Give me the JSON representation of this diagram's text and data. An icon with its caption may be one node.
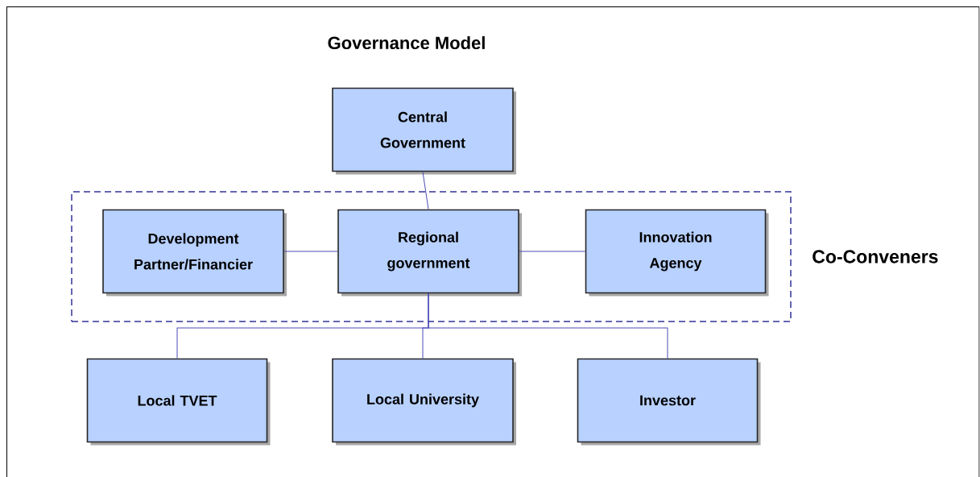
{
  "diagram": {
    "title": "Governance Model",
    "nodes": [
      {
        "text": [
          "Central Government"
        ]
      },
      {
        "text": [
          "Co-Conveners"
        ]
      },
      {
        "text": [
          "Development Partner/Financier"
        ],
        "in": 1
      },
      {
        "text": [
          "Regional government"
        ],
        "in": 1
      },
      {
        "text": [
          "Innovation Agency"
        ],
        "in": 1
      },
      {
        "text": [
          "Local TVET"
        ]
      },
      {
        "text": [
          "Local University"
        ]
      },
      {
        "text": [
          "Investor"
        ]
      }
    ],
    "edges": [
      {
        "from": 0,
        "to": 3,
        "arrow": "none"
      },
      {
        "from": 2,
        "to": 3,
        "arrow": "none"
      },
      {
        "from": 3,
        "to": 4,
        "arrow": "none"
      },
      {
        "from": 3,
        "to": 5,
        "arrow": "none"
      },
      {
        "from": 3,
        "to": 6,
        "arrow": "none"
      },
      {
        "from": 3,
        "to": 7,
        "arrow": "none"
      }
    ]
  }
}
